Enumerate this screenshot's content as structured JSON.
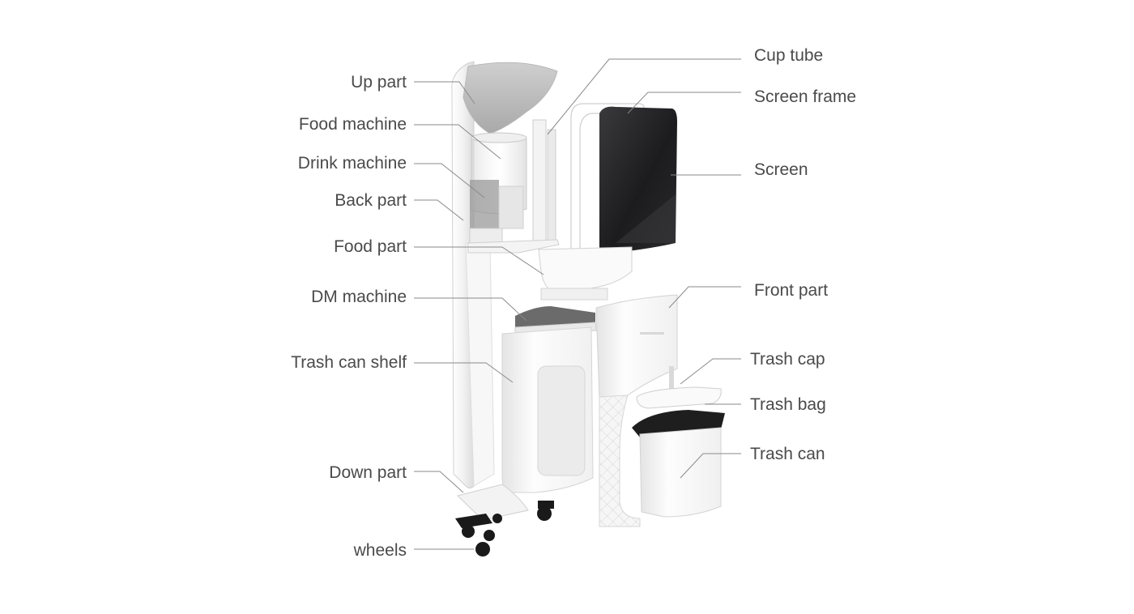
{
  "labels": {
    "up_part": "Up part",
    "food_machine": "Food machine",
    "drink_machine": "Drink machine",
    "back_part": "Back part",
    "food_part": "Food part",
    "dm_machine": "DM machine",
    "trash_can_shelf": "Trash can shelf",
    "down_part": "Down part",
    "wheels": "wheels",
    "cup_tube": "Cup tube",
    "screen_frame": "Screen frame",
    "screen": "Screen",
    "front_part": "Front part",
    "trash_cap": "Trash cap",
    "trash_bag": "Trash bag",
    "trash_can": "Trash can"
  },
  "colors": {
    "label_text": "#4a4a4a",
    "leader_line": "#8a8a8a",
    "body_white": "#ffffff",
    "screen_black": "#1c1c1e",
    "wheel_black": "#1a1a1a"
  }
}
